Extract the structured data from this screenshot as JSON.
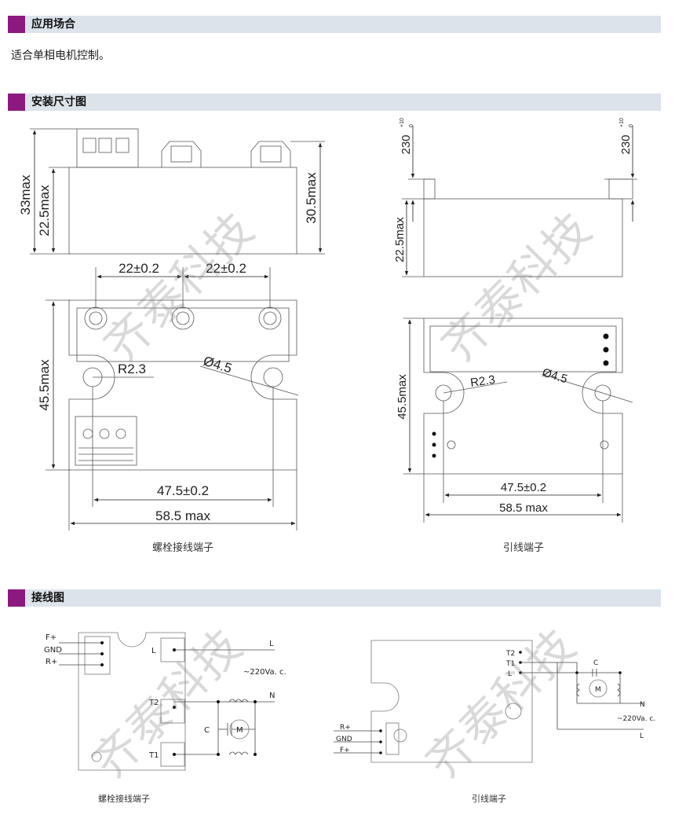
{
  "sections": {
    "application": {
      "title": "应用场合",
      "text": "适合单相电机控制。"
    },
    "dimensions": {
      "title": "安装尺寸图"
    },
    "wiring": {
      "title": "接线图"
    }
  },
  "watermark": "齐泰科技",
  "dimension_drawings": {
    "left": {
      "caption": "螺栓接线端子",
      "labels": {
        "h_total": "33max",
        "h_body": "22.5max",
        "h_right": "30.5max",
        "pitch1": "22±0.2",
        "pitch2": "22±0.2",
        "height": "45.5max",
        "radius": "R2.3",
        "hole": "Ø4.5",
        "mount": "47.5±0.2",
        "width": "58.5 max"
      }
    },
    "right": {
      "caption": "引线端子",
      "labels": {
        "lead_left": "230",
        "lead_right": "230",
        "lead_tol_top": "+10",
        "lead_tol_bottom": "0",
        "h_body": "22.5max",
        "height": "45.5max",
        "radius": "R2.3",
        "hole": "Ø4.5",
        "mount": "47.5±0.2",
        "width": "58.5 max"
      }
    }
  },
  "wiring_drawings": {
    "left": {
      "caption": "螺栓接线端子",
      "labels": {
        "fplus": "F+",
        "gnd": "GND",
        "rplus": "R+",
        "l_term": "L",
        "t2": "T2",
        "t1": "T1",
        "line_l": "L",
        "line_n": "N",
        "supply": "~220Va. c.",
        "cap": "C",
        "motor": "M"
      }
    },
    "right": {
      "caption": "引线端子",
      "labels": {
        "t2": "T2",
        "t1": "T1",
        "l_term": "L",
        "rplus": "R+",
        "gnd": "GND",
        "fplus": "F+",
        "cap": "C",
        "motor": "M",
        "line_n": "N",
        "supply": "~220Va. c.",
        "line_l": "L"
      }
    }
  }
}
